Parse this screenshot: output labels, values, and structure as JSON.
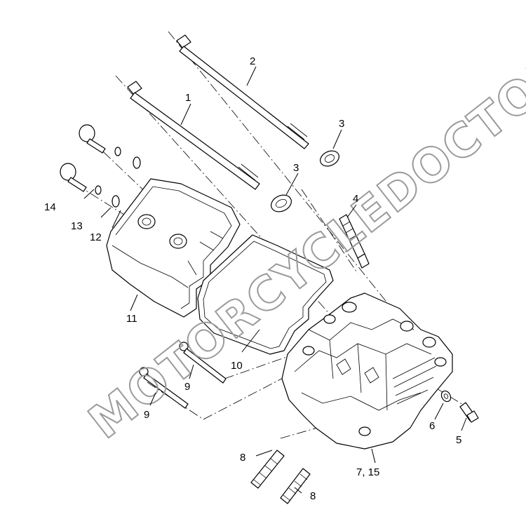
{
  "watermark": "MOTORCYCLEDOCTOR",
  "callouts": [
    {
      "id": "1",
      "text": "1"
    },
    {
      "id": "2",
      "text": "2"
    },
    {
      "id": "3a",
      "text": "3"
    },
    {
      "id": "3b",
      "text": "3"
    },
    {
      "id": "4",
      "text": "4"
    },
    {
      "id": "5",
      "text": "5"
    },
    {
      "id": "6",
      "text": "6"
    },
    {
      "id": "7-15",
      "text": "7, 15"
    },
    {
      "id": "8a",
      "text": "8"
    },
    {
      "id": "8b",
      "text": "8"
    },
    {
      "id": "9a",
      "text": "9"
    },
    {
      "id": "9b",
      "text": "9"
    },
    {
      "id": "10",
      "text": "10"
    },
    {
      "id": "11",
      "text": "11"
    },
    {
      "id": "12",
      "text": "12"
    },
    {
      "id": "13",
      "text": "13"
    },
    {
      "id": "14",
      "text": "14"
    }
  ]
}
